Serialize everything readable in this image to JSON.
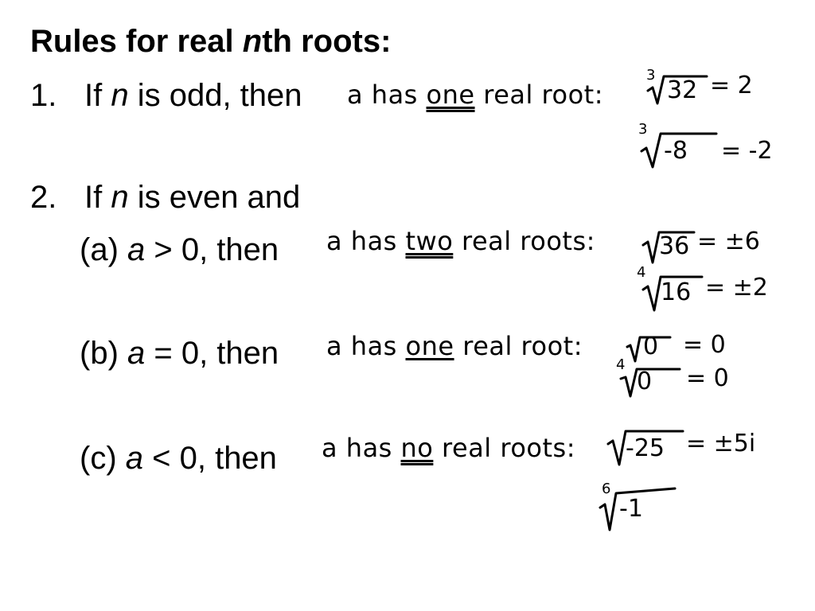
{
  "title": {
    "pre": "Rules for real ",
    "n": "n",
    "post": "th roots:"
  },
  "rule1": {
    "num": "1.",
    "pre": "If ",
    "n": "n",
    "post": " is odd, then"
  },
  "rule2": {
    "num": "2.",
    "pre": "If ",
    "n": "n",
    "post": " is even and"
  },
  "caseA": {
    "label": "(a) ",
    "a": "a",
    "post": " > 0, then"
  },
  "caseB": {
    "label": "(b) ",
    "a": "a",
    "post": " = 0, then"
  },
  "caseC": {
    "label": "(c) ",
    "a": "a",
    "post": " < 0, then"
  },
  "notes": {
    "odd": {
      "pre": "a has ",
      "key": "one",
      "post": " real root:"
    },
    "pos": {
      "pre": "a has ",
      "key": "two",
      "post": " real roots:"
    },
    "zero": {
      "pre": "a has ",
      "key": "one",
      "post": " real root:"
    },
    "neg": {
      "pre": "a has ",
      "key": "no",
      "post": " real roots:"
    }
  },
  "examples": {
    "odd1": {
      "index": "3",
      "radicand": "32",
      "result": "= 2"
    },
    "odd2": {
      "index": "3",
      "radicand": "-8",
      "result": "= -2"
    },
    "pos1": {
      "index": "",
      "radicand": "36",
      "result": "= ±6"
    },
    "pos2": {
      "index": "4",
      "radicand": "16",
      "result": "= ±2"
    },
    "zero1": {
      "index": "",
      "radicand": "0",
      "result": "= 0"
    },
    "zero2": {
      "index": "4",
      "radicand": "0",
      "result": "= 0"
    },
    "neg1": {
      "index": "",
      "radicand": "-25",
      "result": "= ±5i"
    },
    "neg2": {
      "index": "6",
      "radicand": "-1",
      "result": ""
    }
  }
}
